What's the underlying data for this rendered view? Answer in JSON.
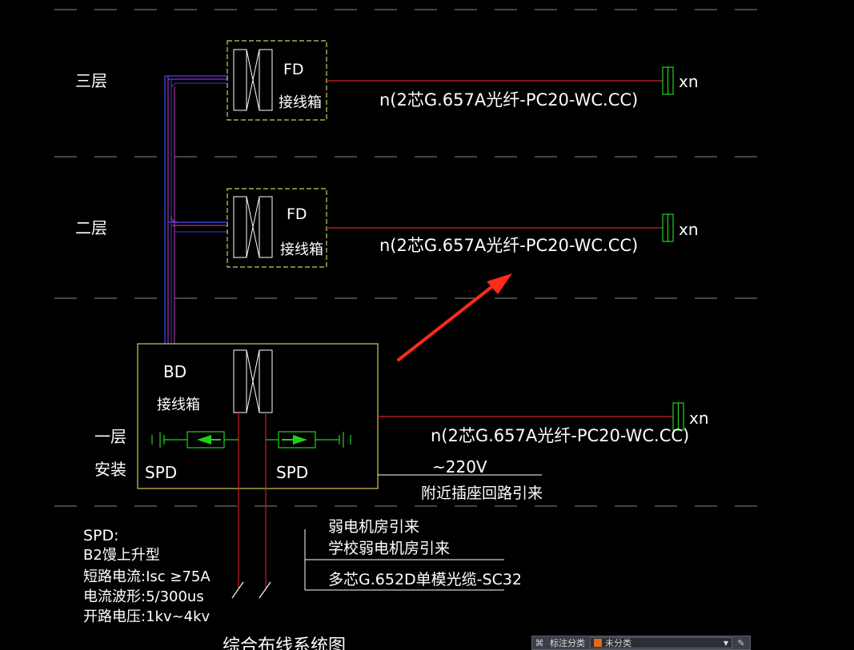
{
  "floors": {
    "third": "三层",
    "second": "二层",
    "first_line1": "一层",
    "first_line2": "安装"
  },
  "fd_box": {
    "code": "FD",
    "name": "接线箱"
  },
  "bd_box": {
    "code": "BD",
    "name": "接线箱"
  },
  "fiber_cable": "n(2芯G.657A光纤-PC20-WC.CC)",
  "terminal_label": "xn",
  "spd_label": "SPD",
  "power": {
    "voltage": "~220V",
    "source": "附近插座回路引来"
  },
  "incoming": {
    "line1": "弱电机房引来",
    "line2": "学校弱电机房引来",
    "cable": "多芯G.652D单模光缆-SC32"
  },
  "spd_notes": [
    "SPD:",
    "B2馒上升型",
    "短路电流:Isc ≥75A",
    "电流波形:5/300us",
    "开路电压:1kv~4kv"
  ],
  "diagram_title": "综合布线系统图",
  "toolbar": {
    "label": "标注分类",
    "value": "未分类"
  },
  "colors": {
    "background": "#000000",
    "box_outline": "#d6cc55",
    "cable_red": "#d11f1f",
    "terminal_green": "#1fd11f",
    "riser_blue": "#3a3ad8",
    "riser_magenta": "#c040c0",
    "arrow_red": "#ff2a1a",
    "text": "#ffffff"
  }
}
